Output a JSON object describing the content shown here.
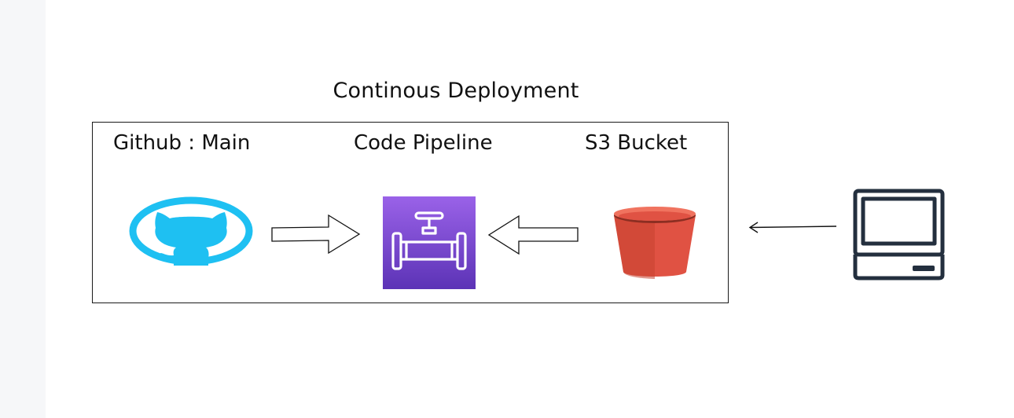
{
  "diagram": {
    "title": "Continous Deployment",
    "nodes": {
      "github": {
        "label": "Github : Main",
        "icon": "github-octocat-icon",
        "color": "#1ec0f2"
      },
      "pipeline": {
        "label": "Code Pipeline",
        "icon": "aws-codepipeline-icon",
        "color_top": "#9a62e8",
        "color_bottom": "#5c33b6"
      },
      "s3": {
        "label": "S3 Bucket",
        "icon": "aws-s3-bucket-icon",
        "color": "#e05243"
      },
      "client": {
        "icon": "laptop-computer-icon",
        "color": "#232f3e"
      }
    },
    "edges": [
      {
        "from": "github",
        "to": "pipeline",
        "style": "block-arrow"
      },
      {
        "from": "s3",
        "to": "pipeline",
        "style": "block-arrow"
      },
      {
        "from": "client",
        "to": "s3",
        "style": "thin-arrow"
      }
    ]
  }
}
